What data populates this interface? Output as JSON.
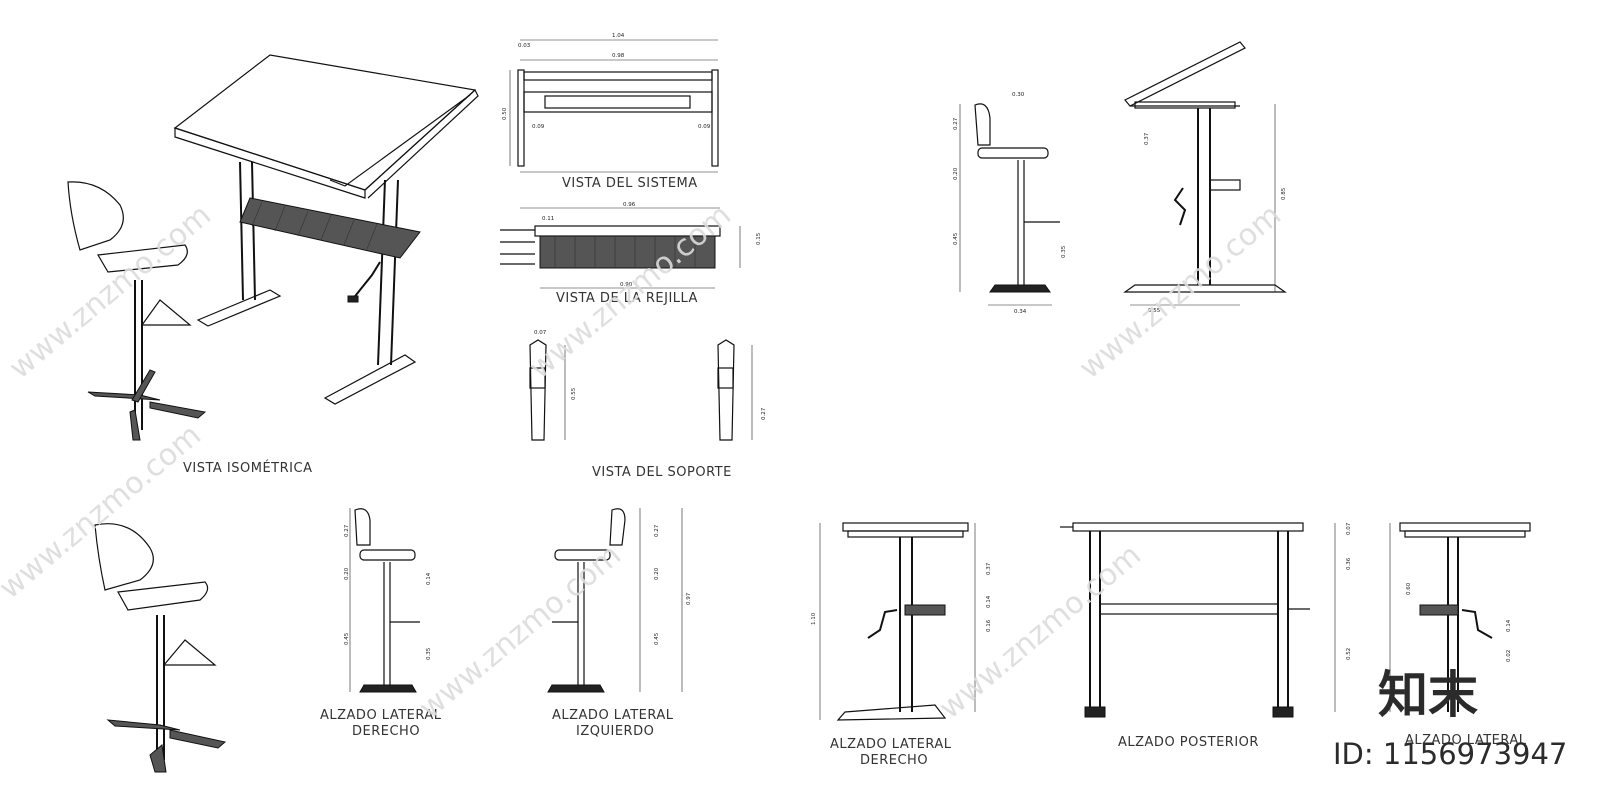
{
  "labels": {
    "isometric": "VISTA ISOMÉTRICA",
    "system": "VISTA DEL SISTEMA",
    "grid": "VISTA DE LA REJILLA",
    "support": "VISTA DEL SOPORTE",
    "side_right_1": "ALZADO LATERAL",
    "side_right_2": "DERECHO",
    "side_left_1": "ALZADO LATERAL",
    "side_left_2": "IZQUIERDO",
    "table_side_right_1": "ALZADO LATERAL",
    "table_side_right_2": "DERECHO",
    "rear": "ALZADO POSTERIOR",
    "table_side_left_1": "ALZADO LATERAL"
  },
  "dimensions": {
    "system_top": "1.04",
    "system_inner": "0.98",
    "system_edge": "0.03",
    "system_height": "0.50",
    "system_slot": "0.09",
    "grid_top": "0.96",
    "grid_slot": "0.11",
    "grid_bottom": "0.90",
    "grid_height": "0.15",
    "support_top": "0.07",
    "support_height": "0.55",
    "support_side": "0.27",
    "chair_back": "0.27",
    "chair_seat": "0.20",
    "chair_leg": "0.45",
    "chair_foot": "0.35",
    "chair_base": "0.34",
    "chair_width": "0.30",
    "table_top": "0.85",
    "table_span": "0.55",
    "table_height": "1.10",
    "table_rise": "0.37",
    "table_mid": "0.16",
    "rear_top": "0.36",
    "rear_mid": "0.52",
    "rear_total": "0.97",
    "side_total": "0.60",
    "small": "0.14",
    "tiny": "0.02"
  },
  "watermark": "www.znzmo.com",
  "brand": "知末",
  "image_id": "ID: 1156973947"
}
